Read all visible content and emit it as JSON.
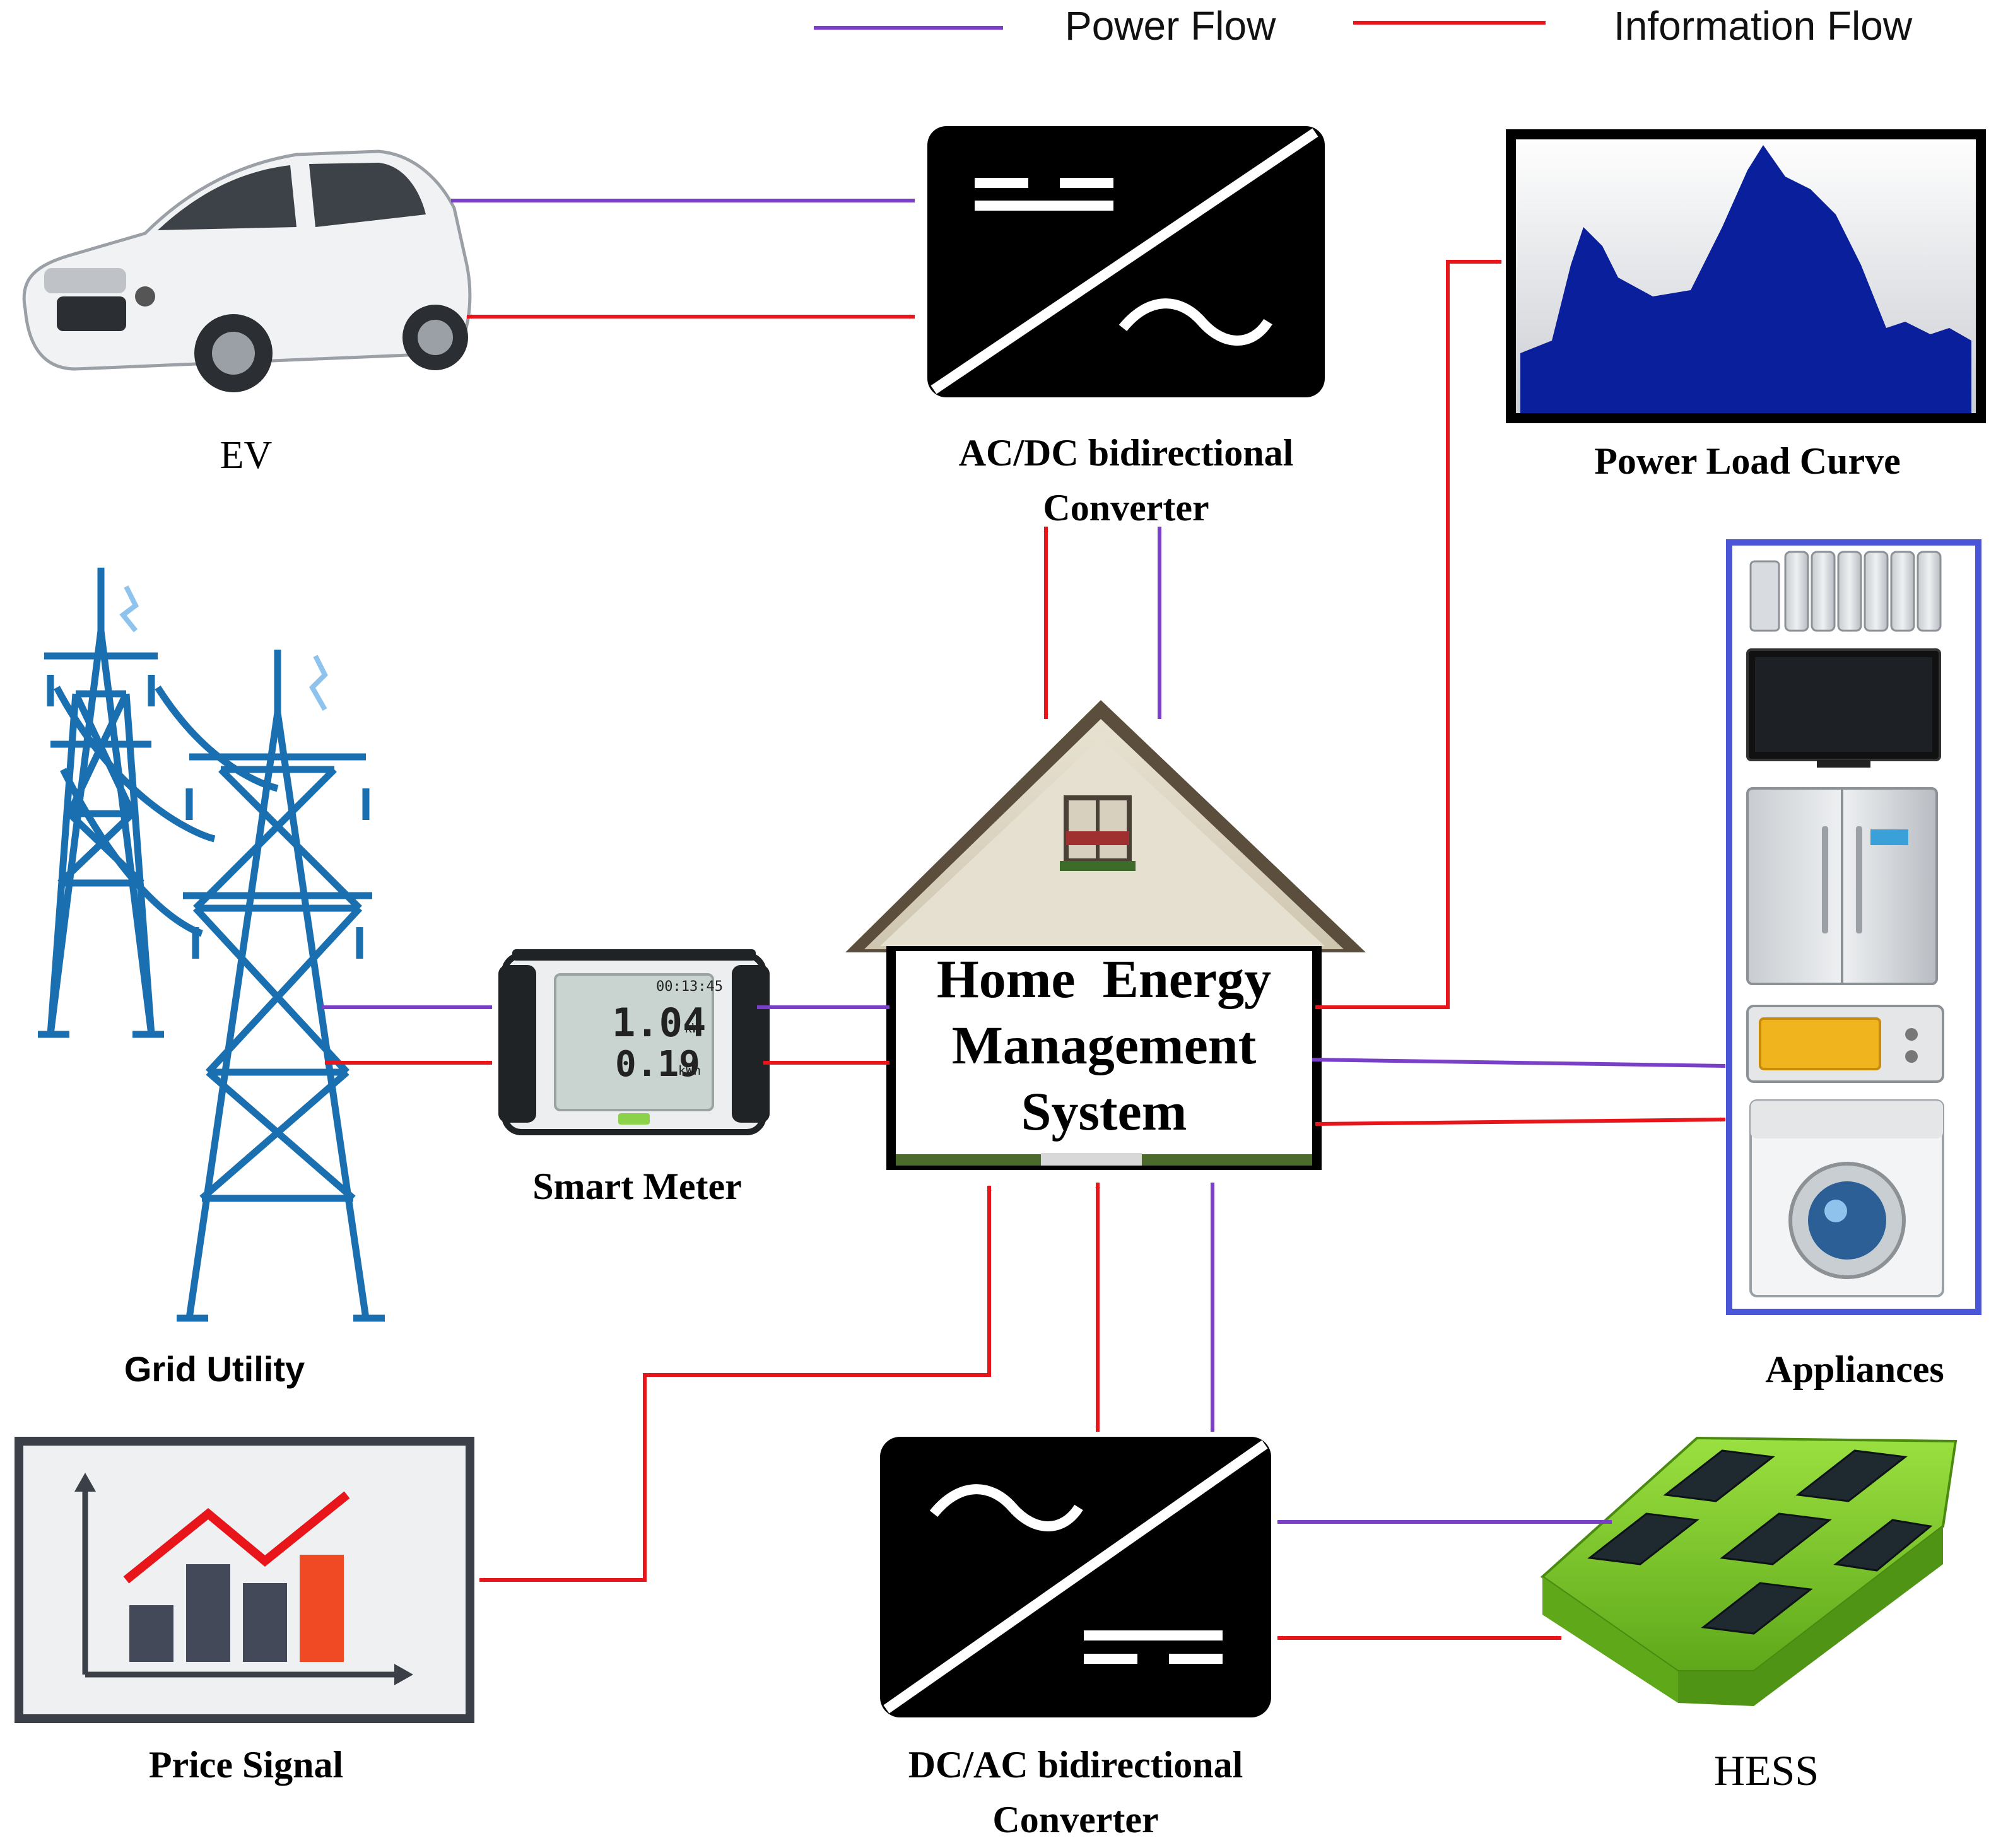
{
  "legend": {
    "power_flow": "Power Flow",
    "information_flow": "Information Flow"
  },
  "colors": {
    "power_flow": "#7a3fc8",
    "information_flow": "#e8151b",
    "load_curve_fill": "#0a1f9c",
    "appliances_border": "#4a55d8",
    "grid_tower": "#1a6fb0",
    "battery_green": "#7fcf2a"
  },
  "nodes": {
    "ev": {
      "label": "EV"
    },
    "acdc_converter": {
      "label_line1": "AC/DC bidirectional",
      "label_line2": "Converter"
    },
    "load_curve": {
      "label": "Power Load Curve"
    },
    "grid": {
      "label": "Grid Utility"
    },
    "smart_meter": {
      "label": "Smart Meter",
      "time": "00:13:45",
      "energy_now": "1.04",
      "energy_unit": "kW",
      "daily_avg": "0.19",
      "daily_unit": "kWh"
    },
    "hems": {
      "line1": "Home  Energy",
      "line2": "Management",
      "line3": "System"
    },
    "appliances": {
      "label": "Appliances"
    },
    "price_signal": {
      "label": "Price Signal"
    },
    "dcac_converter": {
      "label_line1": "DC/AC bidirectional",
      "label_line2": "Converter"
    },
    "hess": {
      "label": "HESS"
    }
  },
  "icons": [
    "car-icon",
    "converter-icon",
    "load-curve-icon",
    "transmission-tower-icon",
    "smart-meter-icon",
    "house-icon",
    "heater-icon",
    "tv-icon",
    "fridge-icon",
    "microwave-icon",
    "washing-machine-icon",
    "price-chart-icon",
    "battery-pack-icon"
  ]
}
